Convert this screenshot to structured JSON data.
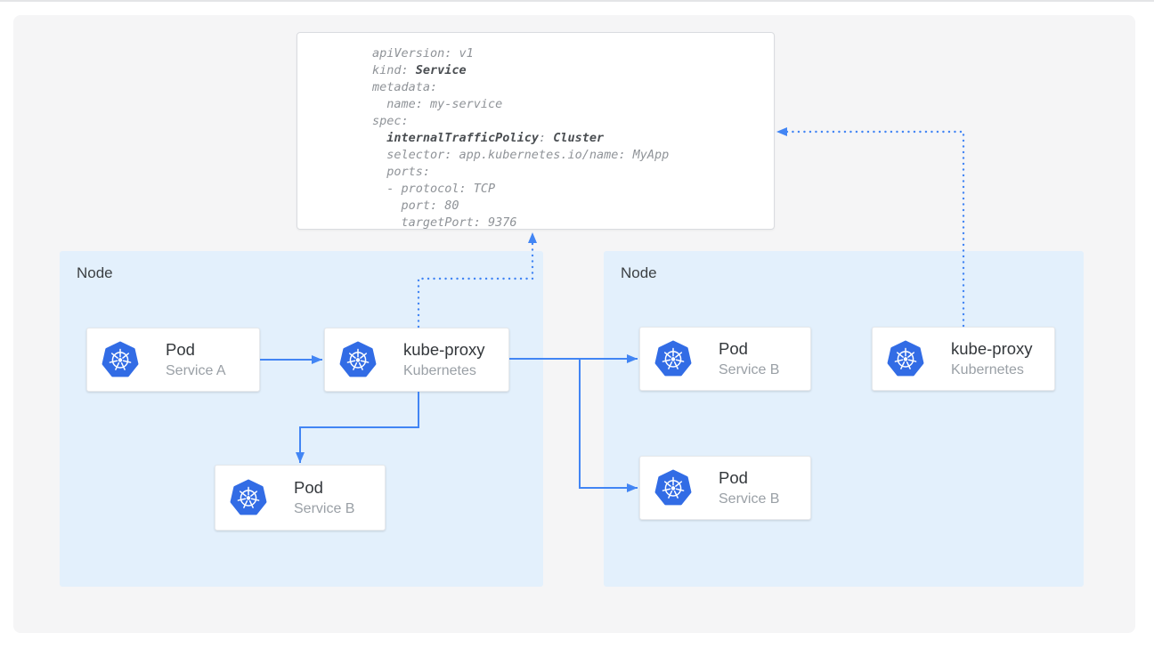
{
  "colors": {
    "accent_arrow_blue": "#4285f4",
    "kubernetes_blue": "#326ce5",
    "node_fill": "#e3f0fc",
    "panel_fill": "#f5f5f6",
    "yaml_text_gray": "#8f9398",
    "yaml_text_bold": "#4a4e52"
  },
  "yaml": {
    "lines": [
      {
        "segments": [
          {
            "text": "apiVersion: v1",
            "bold": false
          }
        ]
      },
      {
        "segments": [
          {
            "text": "kind: ",
            "bold": false
          },
          {
            "text": "Service",
            "bold": true
          }
        ]
      },
      {
        "segments": [
          {
            "text": "metadata:",
            "bold": false
          }
        ]
      },
      {
        "segments": [
          {
            "text": "  name: my-service",
            "bold": false
          }
        ]
      },
      {
        "segments": [
          {
            "text": "spec:",
            "bold": false
          }
        ]
      },
      {
        "segments": [
          {
            "text": "  ",
            "bold": false
          },
          {
            "text": "internalTrafficPolicy",
            "bold": true
          },
          {
            "text": ": ",
            "bold": false
          },
          {
            "text": "Cluster",
            "bold": true
          }
        ]
      },
      {
        "segments": [
          {
            "text": "  selector: app.kubernetes.io/name: MyApp",
            "bold": false
          }
        ]
      },
      {
        "segments": [
          {
            "text": "  ports:",
            "bold": false
          }
        ]
      },
      {
        "segments": [
          {
            "text": "  - protocol: TCP",
            "bold": false
          }
        ]
      },
      {
        "segments": [
          {
            "text": "    port: 80",
            "bold": false
          }
        ]
      },
      {
        "segments": [
          {
            "text": "    targetPort: 9376",
            "bold": false
          }
        ]
      }
    ]
  },
  "nodes": {
    "left": {
      "label": "Node"
    },
    "right": {
      "label": "Node"
    }
  },
  "cards": {
    "pod_a": {
      "title": "Pod",
      "subtitle": "Service A"
    },
    "kube_proxy_left": {
      "title": "kube-proxy",
      "subtitle": "Kubernetes"
    },
    "pod_b_left": {
      "title": "Pod",
      "subtitle": "Service B"
    },
    "pod_b_right_top": {
      "title": "Pod",
      "subtitle": "Service B"
    },
    "pod_b_right_bottom": {
      "title": "Pod",
      "subtitle": "Service B"
    },
    "kube_proxy_right": {
      "title": "kube-proxy",
      "subtitle": "Kubernetes"
    }
  },
  "icons": {
    "kubernetes": "kubernetes-helm-wheel-in-heptagon"
  },
  "connectors": [
    {
      "from": "pod-service-a",
      "to": "kube-proxy-left",
      "style": "solid-arrow"
    },
    {
      "from": "kube-proxy-left",
      "to": "pod-service-b-right-top",
      "style": "solid-arrow"
    },
    {
      "from": "kube-proxy-left",
      "to": "pod-service-b-right-bottom",
      "style": "solid-arrow"
    },
    {
      "from": "kube-proxy-left",
      "to": "pod-service-b-left",
      "style": "solid-arrow"
    },
    {
      "from": "kube-proxy-left",
      "to": "service-yaml-manifest",
      "style": "dotted-arrow"
    },
    {
      "from": "kube-proxy-right",
      "to": "service-yaml-manifest",
      "style": "dotted-arrow"
    }
  ]
}
